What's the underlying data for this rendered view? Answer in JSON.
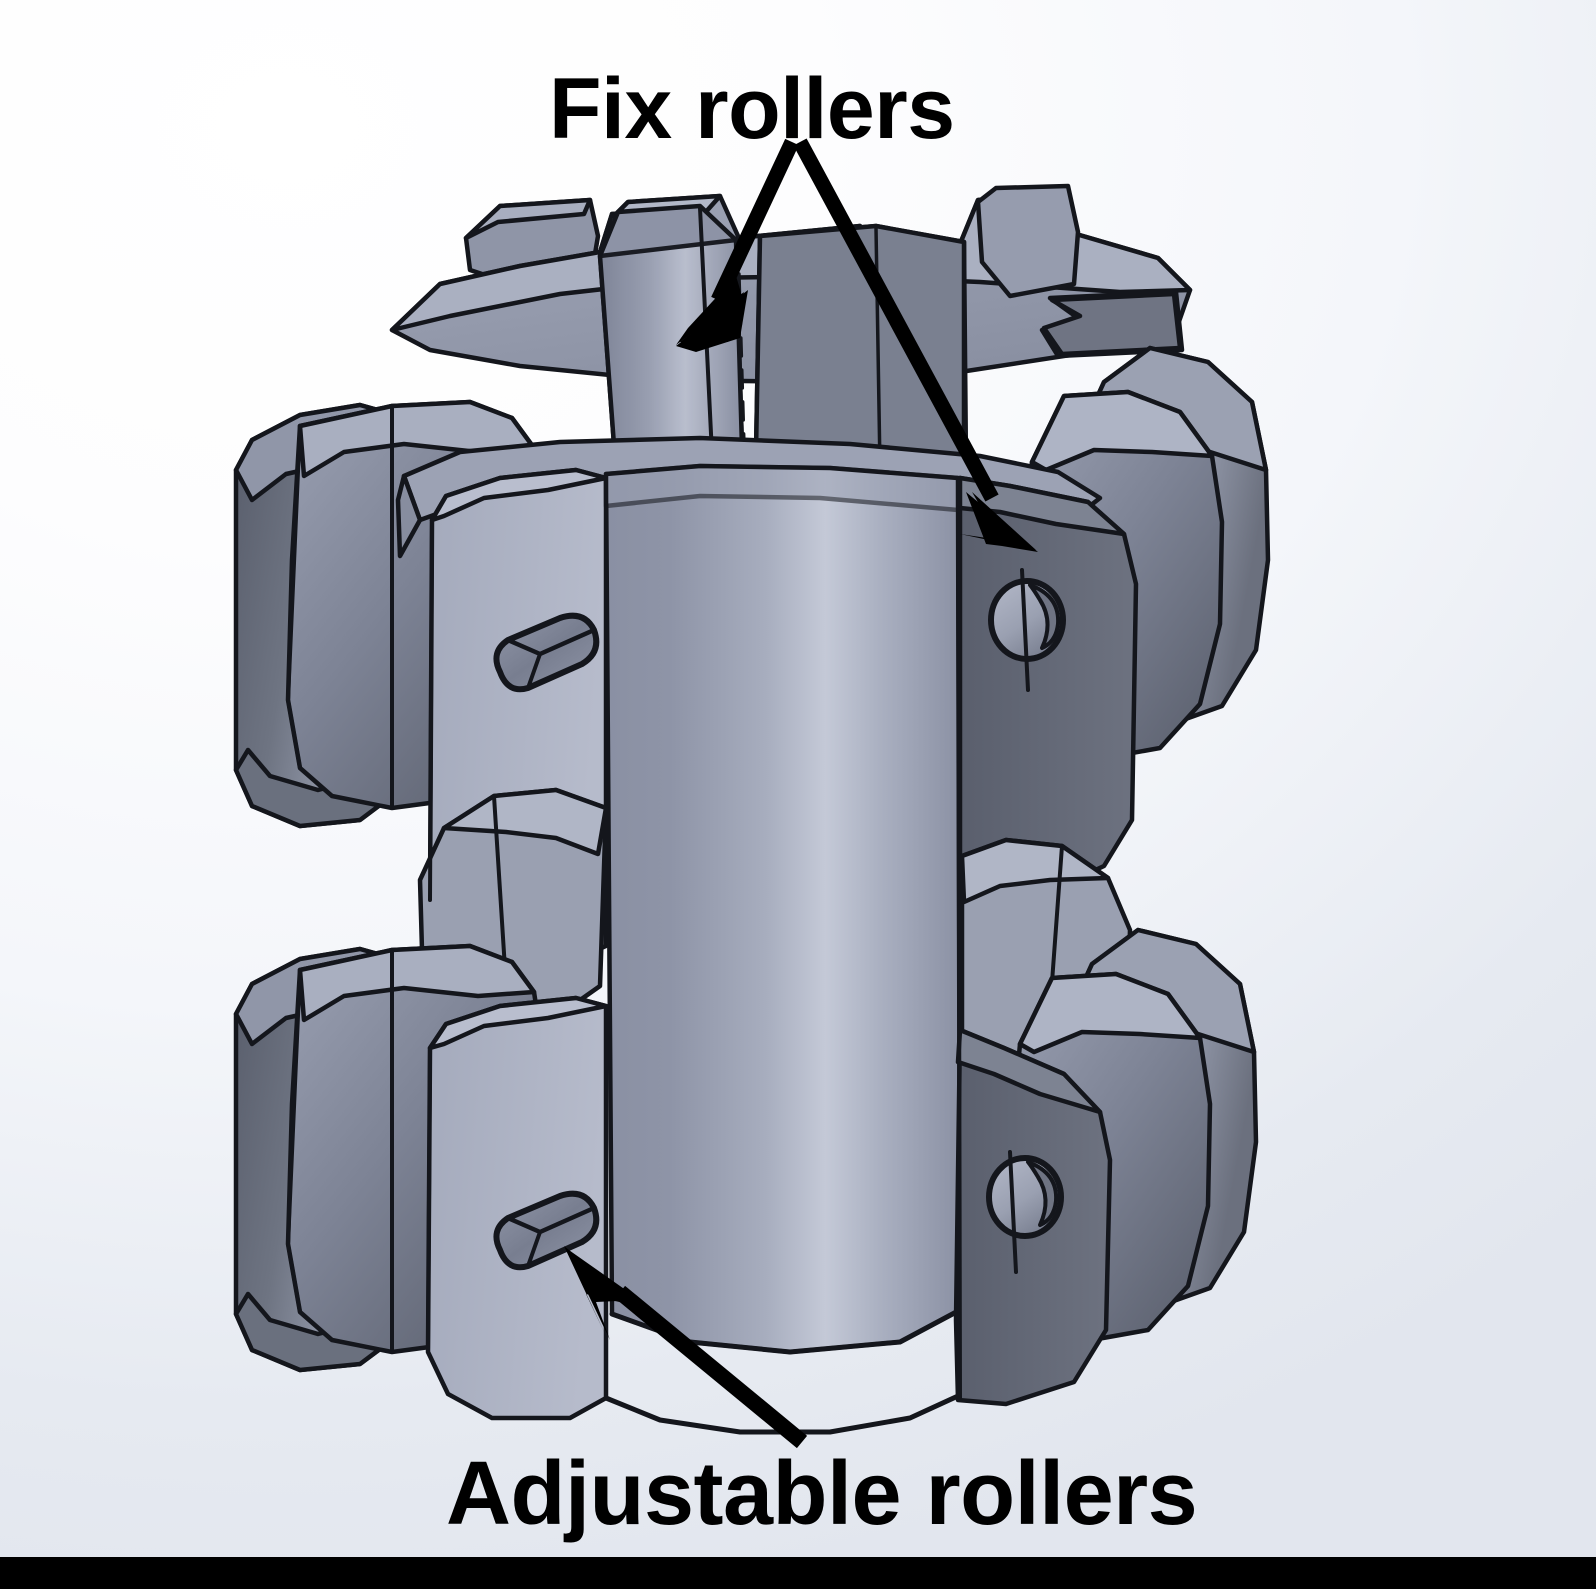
{
  "figure": {
    "type": "cad-isometric-render",
    "background_top_left": "#ffffff",
    "background_bottom_right": "#e2e6ee",
    "outline_color": "#14161c",
    "bottom_bar_color": "#000000"
  },
  "annotations": {
    "fix_rollers": {
      "label": "Fix rollers",
      "arrows": 2,
      "arrow_color": "#000000"
    },
    "adjustable_rollers": {
      "label": "Adjustable rollers",
      "arrows": 1,
      "arrow_color": "#000000"
    }
  },
  "model": {
    "name": "roller-hub-assembly",
    "materials": {
      "face_light": "#aeb4c6",
      "face_mid": "#8c92a6",
      "face_mid2": "#9aa0b2",
      "face_dark": "#5f6472",
      "face_darker": "#4c515e",
      "cylinder_highlight": "#c2c7d6",
      "cylinder_base": "#7e8497",
      "hole_fill": "#9ba1b3",
      "hole_shadow": "#6d7381"
    },
    "features": [
      {
        "name": "fix-roller-upper-front",
        "kind": "roller"
      },
      {
        "name": "fix-roller-upper-right",
        "kind": "roller"
      },
      {
        "name": "adjustable-roller-lower-left",
        "kind": "roller"
      },
      {
        "name": "adjustable-roller-lower-right",
        "kind": "roller"
      },
      {
        "name": "central-hub-cylinder",
        "kind": "cylinder"
      },
      {
        "name": "pin-hole-upper-right",
        "kind": "hole"
      },
      {
        "name": "pin-hole-lower-right",
        "kind": "hole"
      },
      {
        "name": "slot-upper-left",
        "kind": "slot"
      },
      {
        "name": "slot-lower-left",
        "kind": "slot"
      }
    ]
  }
}
